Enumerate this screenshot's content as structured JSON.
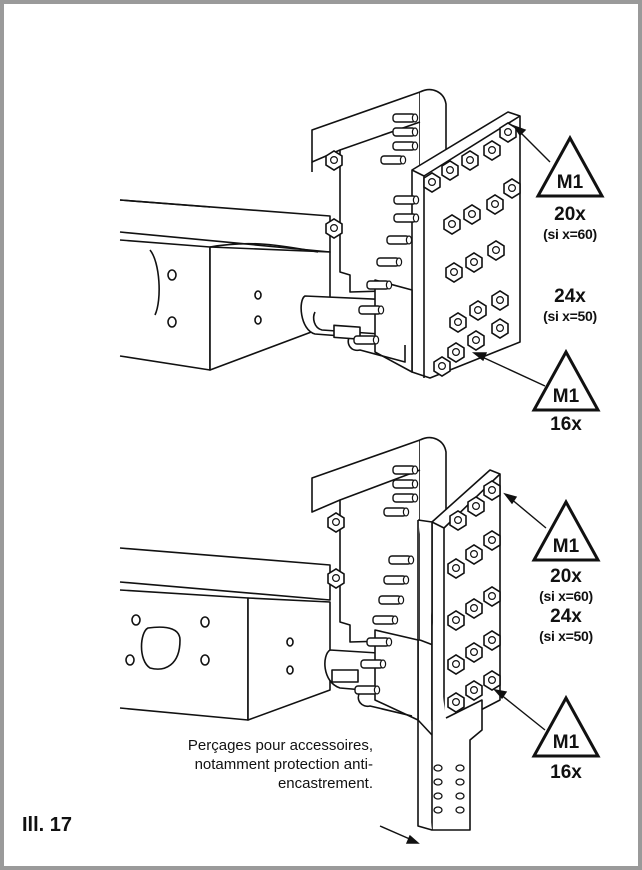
{
  "callouts": {
    "top_right_upper": {
      "marker": "M1",
      "quantity_1": "20x",
      "condition_1": "(si x=60)",
      "quantity_2": "24x",
      "condition_2": "(si x=50)"
    },
    "top_right_lower": {
      "marker": "M1",
      "quantity": "16x"
    },
    "bottom_right_upper": {
      "marker": "M1",
      "quantity_1": "20x",
      "condition_1": "(si x=60)",
      "quantity_2": "24x",
      "condition_2": "(si x=50)"
    },
    "bottom_right_lower": {
      "marker": "M1",
      "quantity": "16x"
    }
  },
  "note": {
    "line1": "Perçages pour accessoires,",
    "line2": "notamment protection anti-",
    "line3": "encastrement."
  },
  "figure_label": "Ill. 17"
}
